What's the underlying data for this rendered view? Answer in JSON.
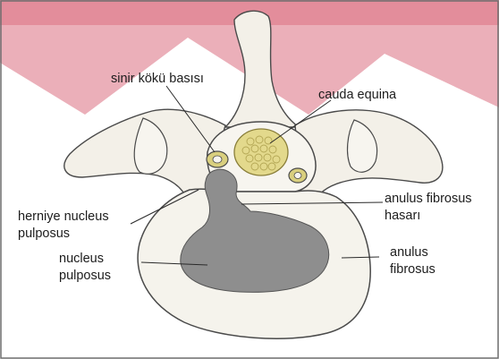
{
  "labels": {
    "nerve_root_compression": "sinir kökü basısı",
    "cauda_equina": "cauda equina",
    "herniated_nucleus_line1": "herniye nucleus",
    "herniated_nucleus_line2": "pulposus",
    "nucleus_line1": "nucleus",
    "nucleus_line2": "pulposus",
    "anulus_damage_line1": "anulus fibrosus",
    "anulus_damage_line2": "hasarı",
    "anulus_line1": "anulus",
    "anulus_line2": "fibrosus"
  },
  "colors": {
    "background": "#ffffff",
    "banner_red": "#c8102e",
    "bone_fill": "#f3f0e8",
    "outline": "#4a4a4a",
    "nucleus_fill": "#8e8e8e",
    "cauda_fill": "#e3d98c",
    "nerve_root_fill": "#d9cf7e",
    "label_text": "#1c1c1c"
  }
}
